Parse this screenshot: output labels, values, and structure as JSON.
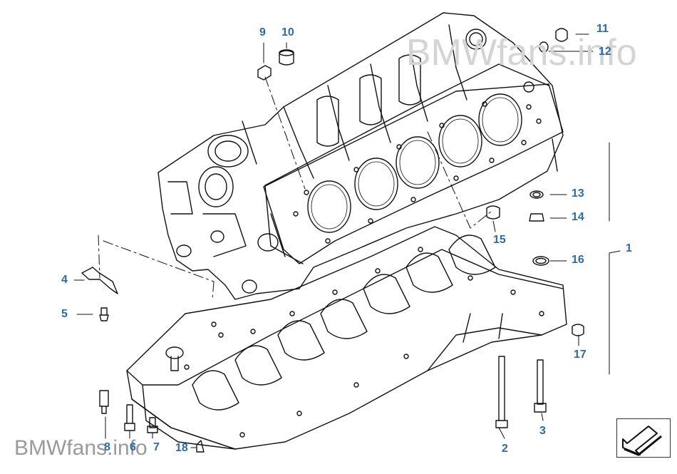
{
  "watermarks": {
    "top": "BMWfans.info",
    "bottom": "BMWfans.info"
  },
  "labels": {
    "p1": "1",
    "p2": "2",
    "p3": "3",
    "p4": "4",
    "p5": "5",
    "p6": "6",
    "p7": "7",
    "p8": "8",
    "p9": "9",
    "p10": "10",
    "p11": "11",
    "p12": "12",
    "p13": "13",
    "p14": "14",
    "p15": "15",
    "p16": "16",
    "p17": "17",
    "p18": "18"
  },
  "nav": {
    "icon": "arrow-icon"
  },
  "colors": {
    "label": "#2d6aa7",
    "line": "#111111"
  }
}
